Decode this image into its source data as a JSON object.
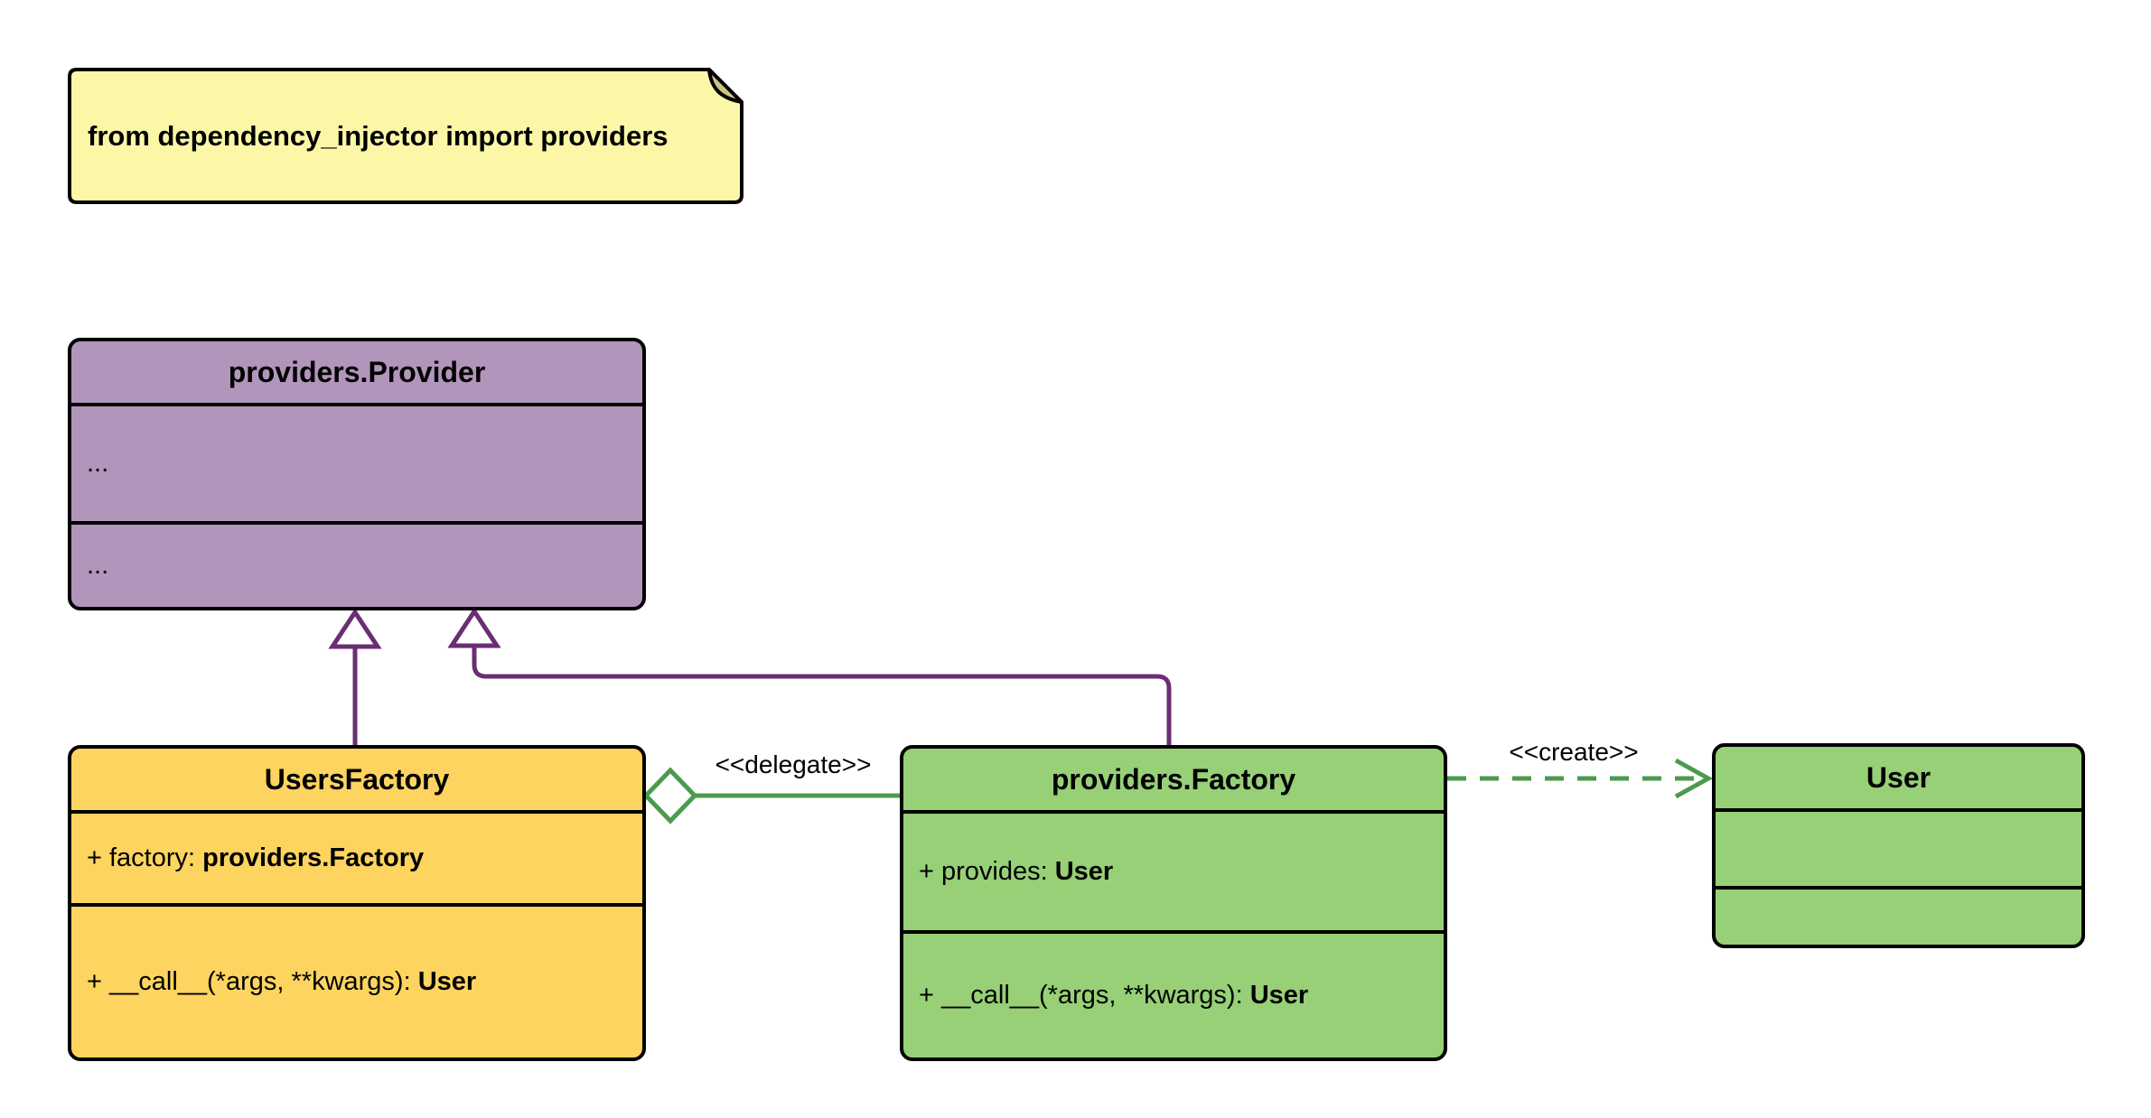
{
  "diagram": {
    "note": {
      "text": "from dependency_injector import providers"
    },
    "classes": {
      "provider": {
        "title": "providers.Provider",
        "attr_placeholder": "...",
        "method_placeholder": "..."
      },
      "users_factory": {
        "title": "UsersFactory",
        "attr_prefix": "+ factory: ",
        "attr_type": "providers.Factory",
        "method_prefix": "+ __call__(*args, **kwargs): ",
        "method_type": "User"
      },
      "factory": {
        "title": "providers.Factory",
        "attr_prefix": "+ provides: ",
        "attr_type": "User",
        "method_prefix": "+ __call__(*args, **kwargs): ",
        "method_type": "User"
      },
      "user": {
        "title": "User"
      }
    },
    "edges": {
      "delegate_label": "<<delegate>>",
      "create_label": "<<create>>"
    },
    "colors": {
      "border": "#000000",
      "note-fill": "#fbf7a6",
      "note-fold": "#c9c583",
      "purple-fill": "#b195ba",
      "yellow-fill": "#fcd45f",
      "green-fill": "#97d077",
      "edge-purple": "#6b2d73",
      "edge-green": "#4b9a4d"
    }
  }
}
